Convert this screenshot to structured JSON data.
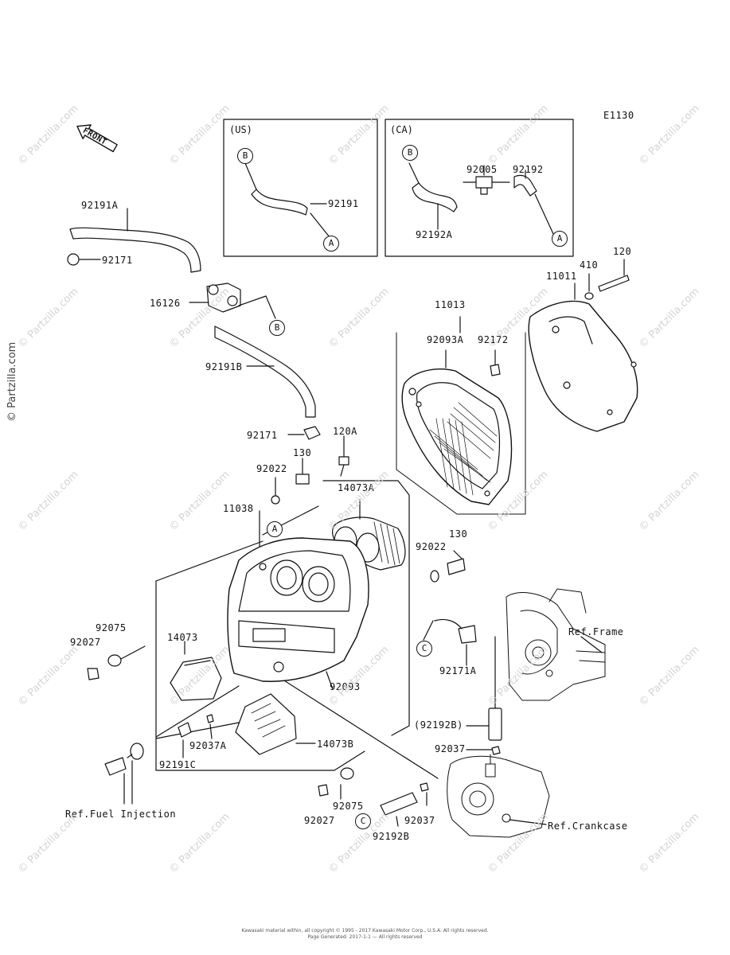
{
  "diagram_code": "E1130",
  "watermark": "© Partzilla.com",
  "copyright_line1": "Kawasaki material within, all copyright © 1995 - 2017 Kawasaki Motor Corp., U.S.A. All rights reserved.",
  "copyright_line2": "Page Generated: 2017-1-1 — All rights reserved",
  "front_label": "FRONT",
  "us_box": {
    "tag": "(US)",
    "parts": [
      "92191"
    ],
    "circles": [
      "B",
      "A"
    ]
  },
  "ca_box": {
    "tag": "(CA)",
    "parts": [
      "92005",
      "92192",
      "92192A"
    ],
    "circles": [
      "B",
      "A"
    ]
  },
  "parts": [
    "92191A",
    "92171",
    "16126",
    "92191B",
    "92171",
    "120A",
    "130",
    "92022",
    "11038",
    "14073A",
    "130",
    "92022",
    "92075",
    "92027",
    "14073",
    "92093",
    "92037A",
    "92191C",
    "14073B",
    "92075",
    "92027",
    "92037",
    "92192B",
    "(92192B)",
    "92037",
    "92171A",
    "11013",
    "92093A",
    "92172",
    "11011",
    "410",
    "120"
  ],
  "refs": {
    "fuel": "Ref.Fuel Injection",
    "frame": "Ref.Frame",
    "crankcase": "Ref.Crankcase"
  },
  "circles": {
    "a": "A",
    "b": "B",
    "c": "C"
  }
}
